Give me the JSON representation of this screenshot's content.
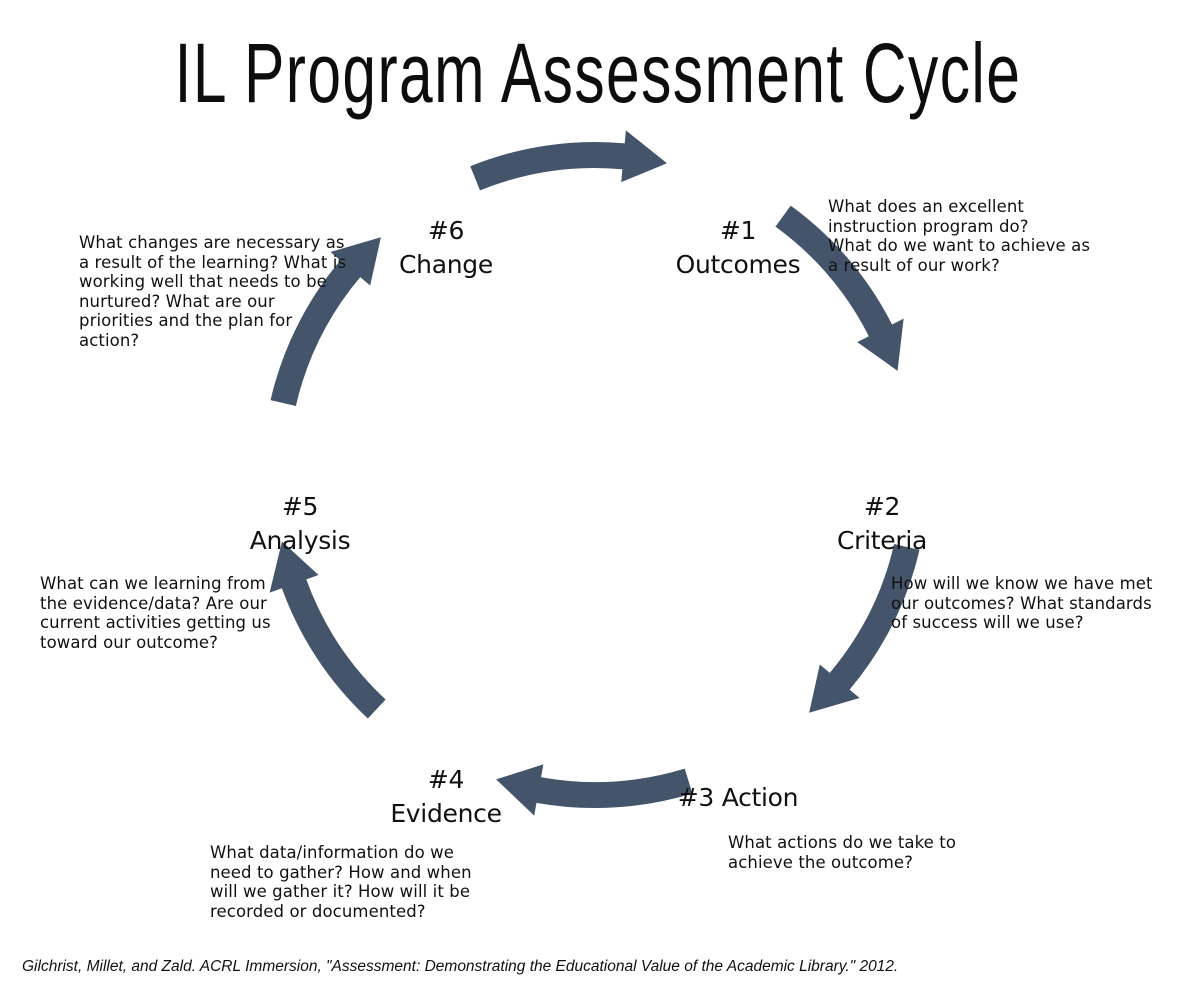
{
  "title": "IL Program Assessment Cycle",
  "arrow_color": "#44546A",
  "steps": [
    {
      "number": "#1",
      "name": "Outcomes",
      "question_lines": [
        "What does an excellent",
        "instruction program do?",
        "What do we want to achieve as",
        "a result of our work?"
      ]
    },
    {
      "number": "#2",
      "name": "Criteria",
      "question_lines": [
        "How will we know we have met",
        "our outcomes? What standards",
        "of success will we use?"
      ]
    },
    {
      "number": "#3",
      "name": "Action",
      "question_lines": [
        "What actions do we take to",
        "achieve the outcome?"
      ]
    },
    {
      "number": "#4",
      "name": "Evidence",
      "question_lines": [
        "What data/information do we",
        "need to gather? How and when",
        "will we gather it? How will it be",
        "recorded or documented?"
      ]
    },
    {
      "number": "#5",
      "name": "Analysis",
      "question_lines": [
        "What can we learning from",
        "the evidence/data? Are our",
        "current activities getting us",
        "toward our outcome?"
      ]
    },
    {
      "number": "#6",
      "name": "Change",
      "question_lines": [
        "What changes are necessary as",
        "a result of the learning? What is",
        "working well that needs to be",
        "nurtured? What are our",
        "priorities and the plan for",
        "action?"
      ]
    }
  ],
  "citation": "Gilchrist, Millet, and Zald. ACRL Immersion, \"Assessment: Demonstrating the Educational Value of the Academic Library.\" 2012."
}
